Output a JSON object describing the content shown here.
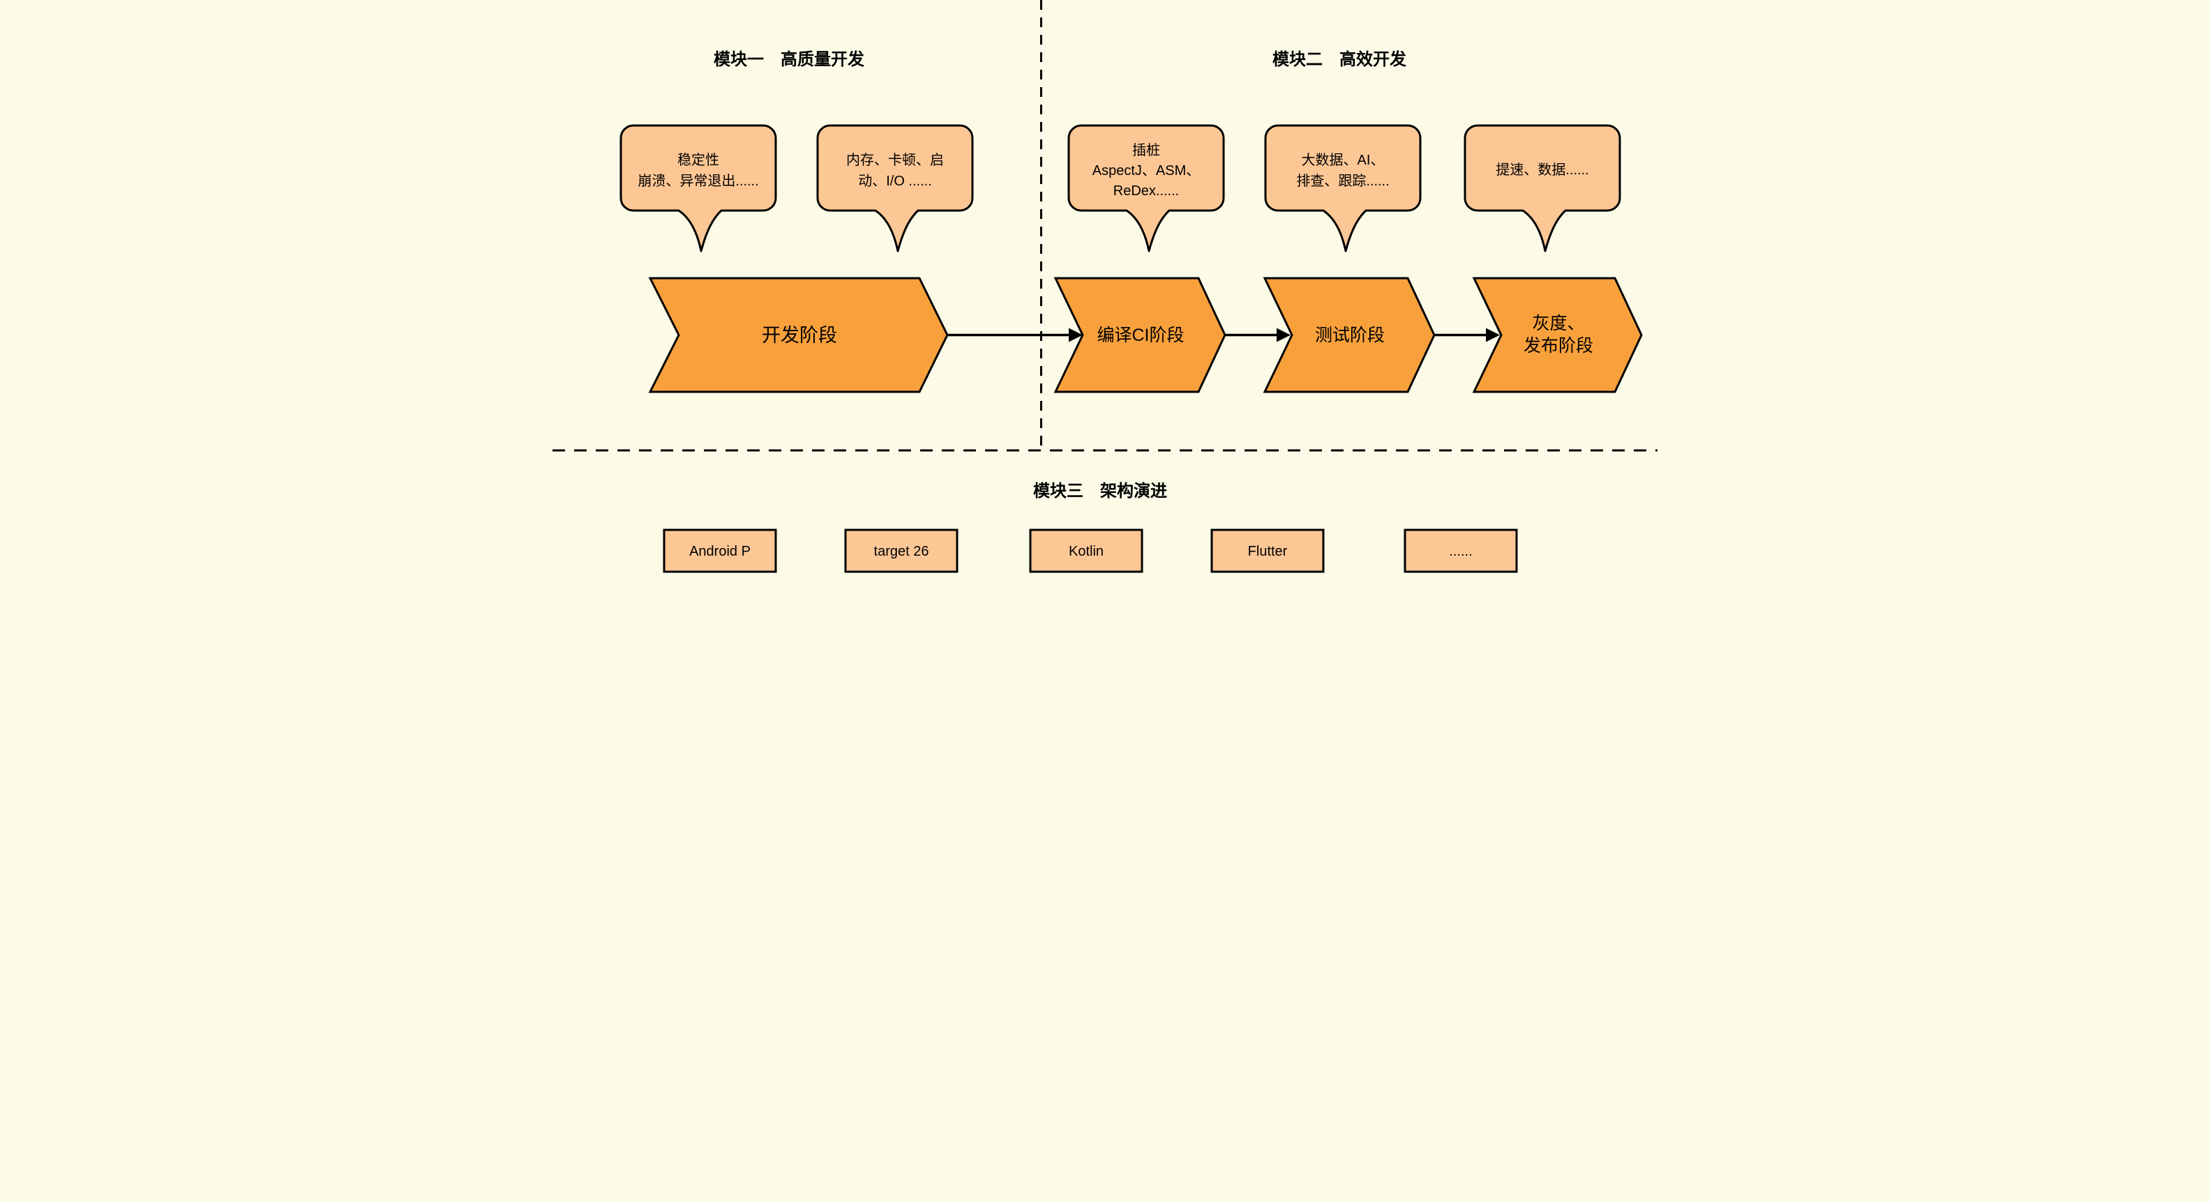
{
  "diagram": {
    "module1_title": "模块一　高质量开发",
    "module2_title": "模块二　高效开发",
    "module3_title": "模块三　架构演进"
  },
  "callouts": [
    {
      "lines": [
        "稳定性",
        "崩溃、异常退出......"
      ]
    },
    {
      "lines": [
        "内存、卡顿、启",
        "动、I/O ......"
      ]
    },
    {
      "lines": [
        "插桩",
        "AspectJ、ASM、",
        "ReDex......"
      ]
    },
    {
      "lines": [
        "大数据、AI、",
        "排查、跟踪......"
      ]
    },
    {
      "lines": [
        "提速、数据......"
      ]
    }
  ],
  "stages": [
    {
      "lines": [
        "开发阶段"
      ]
    },
    {
      "lines": [
        "编译CI阶段"
      ]
    },
    {
      "lines": [
        "测试阶段"
      ]
    },
    {
      "lines": [
        "灰度、",
        "发布阶段"
      ]
    }
  ],
  "tech_boxes": [
    {
      "label": "Android P"
    },
    {
      "label": "target 26"
    },
    {
      "label": "Kotlin"
    },
    {
      "label": "Flutter"
    },
    {
      "label": "......"
    }
  ],
  "colors": {
    "background": "#FBFBE8",
    "callout_fill": "#FDC795",
    "stage_fill": "#F8A13C",
    "stroke": "#000000"
  }
}
